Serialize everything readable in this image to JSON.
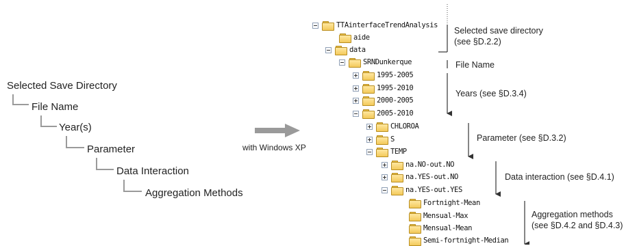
{
  "hierarchy": {
    "items": [
      "Selected Save Directory",
      "File Name",
      "Year(s)",
      "Parameter",
      "Data Interaction",
      "Aggregation Methods"
    ]
  },
  "transition": {
    "caption": "with Windows XP"
  },
  "tree": {
    "nodes": [
      {
        "label": "TTAinterfaceTrendAnalysis",
        "toggle": "minus"
      },
      {
        "label": "aide",
        "toggle": ""
      },
      {
        "label": "data",
        "toggle": "minus"
      },
      {
        "label": "SRNDunkerque",
        "toggle": "minus"
      },
      {
        "label": "1995-2005",
        "toggle": "plus"
      },
      {
        "label": "1995-2010",
        "toggle": "plus"
      },
      {
        "label": "2000-2005",
        "toggle": "plus"
      },
      {
        "label": "2005-2010",
        "toggle": "minus"
      },
      {
        "label": "CHLOROA",
        "toggle": "plus"
      },
      {
        "label": "S",
        "toggle": "plus"
      },
      {
        "label": "TEMP",
        "toggle": "minus"
      },
      {
        "label": "na.NO-out.NO",
        "toggle": "plus"
      },
      {
        "label": "na.YES-out.NO",
        "toggle": "plus"
      },
      {
        "label": "na.YES-out.YES",
        "toggle": "minus"
      },
      {
        "label": "Fortnight-Mean",
        "toggle": ""
      },
      {
        "label": "Mensual-Max",
        "toggle": ""
      },
      {
        "label": "Mensual-Mean",
        "toggle": ""
      },
      {
        "label": "Semi-fortnight-Median",
        "toggle": ""
      }
    ]
  },
  "annotations": {
    "save_dir_line1": "Selected save directory",
    "save_dir_line2": "(see §D.2.2)",
    "file_name": "File Name",
    "years": "Years (see §D.3.4)",
    "parameter": "Parameter (see §D.3.2)",
    "data_interaction": "Data interaction (see §D.4.1)",
    "aggregation_line1": "Aggregation methods",
    "aggregation_line2": "(see §D.4.2 and §D.4.3)"
  },
  "colors": {
    "arrow": "#9a9a9a",
    "folder": "#f3c95a"
  }
}
